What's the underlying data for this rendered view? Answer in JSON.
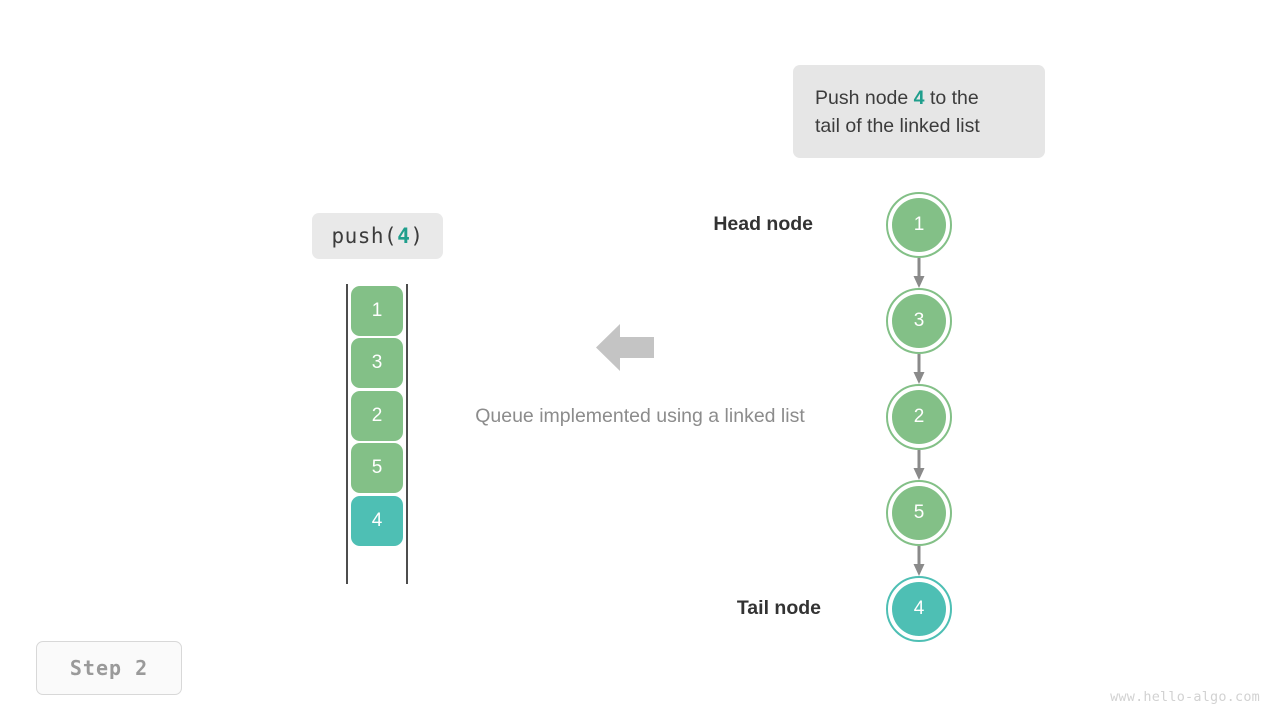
{
  "callout": {
    "line1_prefix": "Push node ",
    "line1_value": "4",
    "line1_suffix": " to the",
    "line2": "tail of the linked list"
  },
  "operation_chip": {
    "prefix": "push(",
    "value": "4",
    "suffix": ")"
  },
  "queue": {
    "cells": [
      {
        "value": "1",
        "state": "normal"
      },
      {
        "value": "3",
        "state": "normal"
      },
      {
        "value": "2",
        "state": "normal"
      },
      {
        "value": "5",
        "state": "normal"
      },
      {
        "value": "4",
        "state": "highlight"
      }
    ]
  },
  "caption": "Queue implemented using a linked list",
  "linked_list": {
    "head_label": "Head node",
    "tail_label": "Tail node",
    "nodes": [
      {
        "value": "1",
        "state": "normal"
      },
      {
        "value": "3",
        "state": "normal"
      },
      {
        "value": "2",
        "state": "normal"
      },
      {
        "value": "5",
        "state": "normal"
      },
      {
        "value": "4",
        "state": "highlight"
      }
    ]
  },
  "step_badge": "Step  2",
  "watermark": "www.hello-algo.com",
  "icons": {
    "big_arrow": "arrow-left-icon",
    "connector": "arrow-down-icon"
  },
  "colors": {
    "node_green": "#83c087",
    "node_teal": "#4ebfb4",
    "accent_teal": "#1f9e8c",
    "arrow_gray": "#8a8a8a",
    "big_arrow_gray": "#c4c4c4",
    "callout_bg": "#e6e6e6",
    "chip_bg": "#e9e9e9",
    "caption_gray": "#8c8c8c",
    "label_dark": "#333333",
    "rail": "#4d4d4d"
  }
}
